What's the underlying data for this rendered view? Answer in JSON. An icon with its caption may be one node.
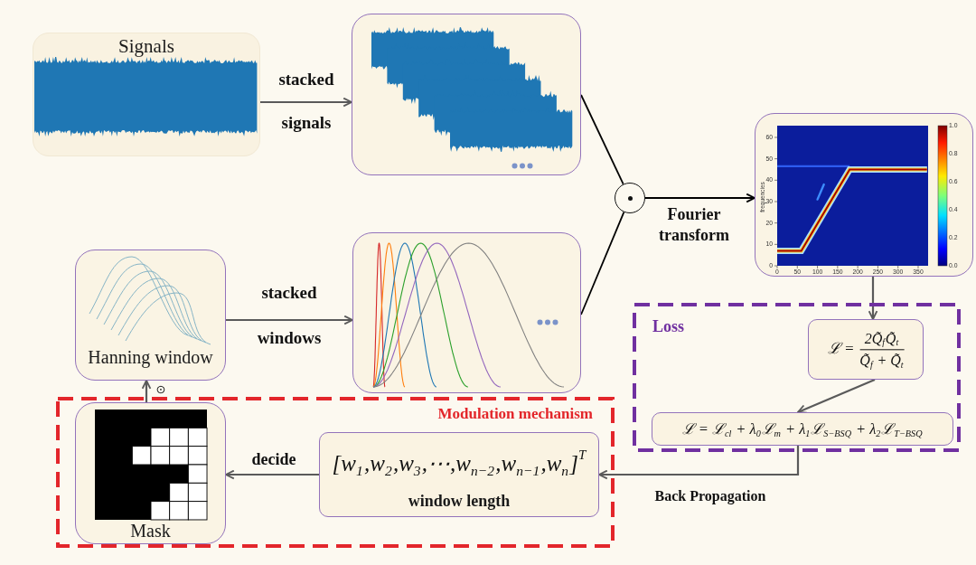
{
  "diagram": {
    "nodes": [
      {
        "text": [
          "Signals"
        ]
      },
      {
        "text": [],
        "shape": "picture"
      },
      {
        "text": [],
        "shape": "circle"
      },
      {
        "text": [],
        "shape": "picture"
      },
      {
        "text": [
          "Hanning window"
        ]
      },
      {
        "text": [],
        "shape": "picture"
      },
      {
        "text": [
          "Loss"
        ]
      },
      {
        "text": [
          "ℒ =",
          "2Q̃$_{f}$Q̃$_{t}$",
          "Q̃$_{f}$ + Q̃$_{t}$"
        ],
        "in": 6
      },
      {
        "text": [
          "ℒ = ℒ$_{cl}$ + λ$_{0}$ℒ$_{m}$ + λ$_{1}$ℒ$_{S−BSQ}$ + λ$_{2}$ℒ$_{T−BSQ}$"
        ],
        "in": 6
      },
      {
        "text": [
          "Modulation mechanism"
        ]
      },
      {
        "text": [
          "Mask"
        ],
        "in": 9
      },
      {
        "text": [
          "[w$_{1}$,w$_{2}$,w$_{3}$,⋯,w$_{n−2}$,w$_{n−1}$,w$_{n}$]$^{T}$",
          "window length"
        ],
        "in": 9
      }
    ],
    "edges": [
      {
        "from": 0,
        "to": 1,
        "arrow": "to",
        "label": "stacked signals"
      },
      {
        "from": 1,
        "to": 2,
        "arrow": "none",
        "color": "#000000"
      },
      {
        "from": 5,
        "to": 2,
        "arrow": "none",
        "color": "#000000"
      },
      {
        "from": 2,
        "to": 3,
        "arrow": "to",
        "label": "Fourier transform",
        "color": "#000000"
      },
      {
        "from": 4,
        "to": 5,
        "arrow": "to",
        "label": "stacked windows"
      },
      {
        "from": 3,
        "to": 7,
        "arrow": "to"
      },
      {
        "from": 7,
        "to": 8,
        "arrow": "to"
      },
      {
        "from": 8,
        "to": 11,
        "arrow": "to",
        "label": "Back Propagation"
      },
      {
        "from": 11,
        "to": 10,
        "arrow": "to",
        "label": "decide"
      },
      {
        "from": 10,
        "to": 4,
        "arrow": "to",
        "label": "⊙"
      }
    ],
    "labels": [
      "frequencies",
      "60",
      "50",
      "40",
      "30",
      "20",
      "10",
      "0",
      "1.0",
      "0.8",
      "0.6",
      "0.4",
      "0.2",
      "0.0",
      "0",
      "50",
      "100",
      "150",
      "200",
      "250",
      "300",
      "350"
    ]
  }
}
